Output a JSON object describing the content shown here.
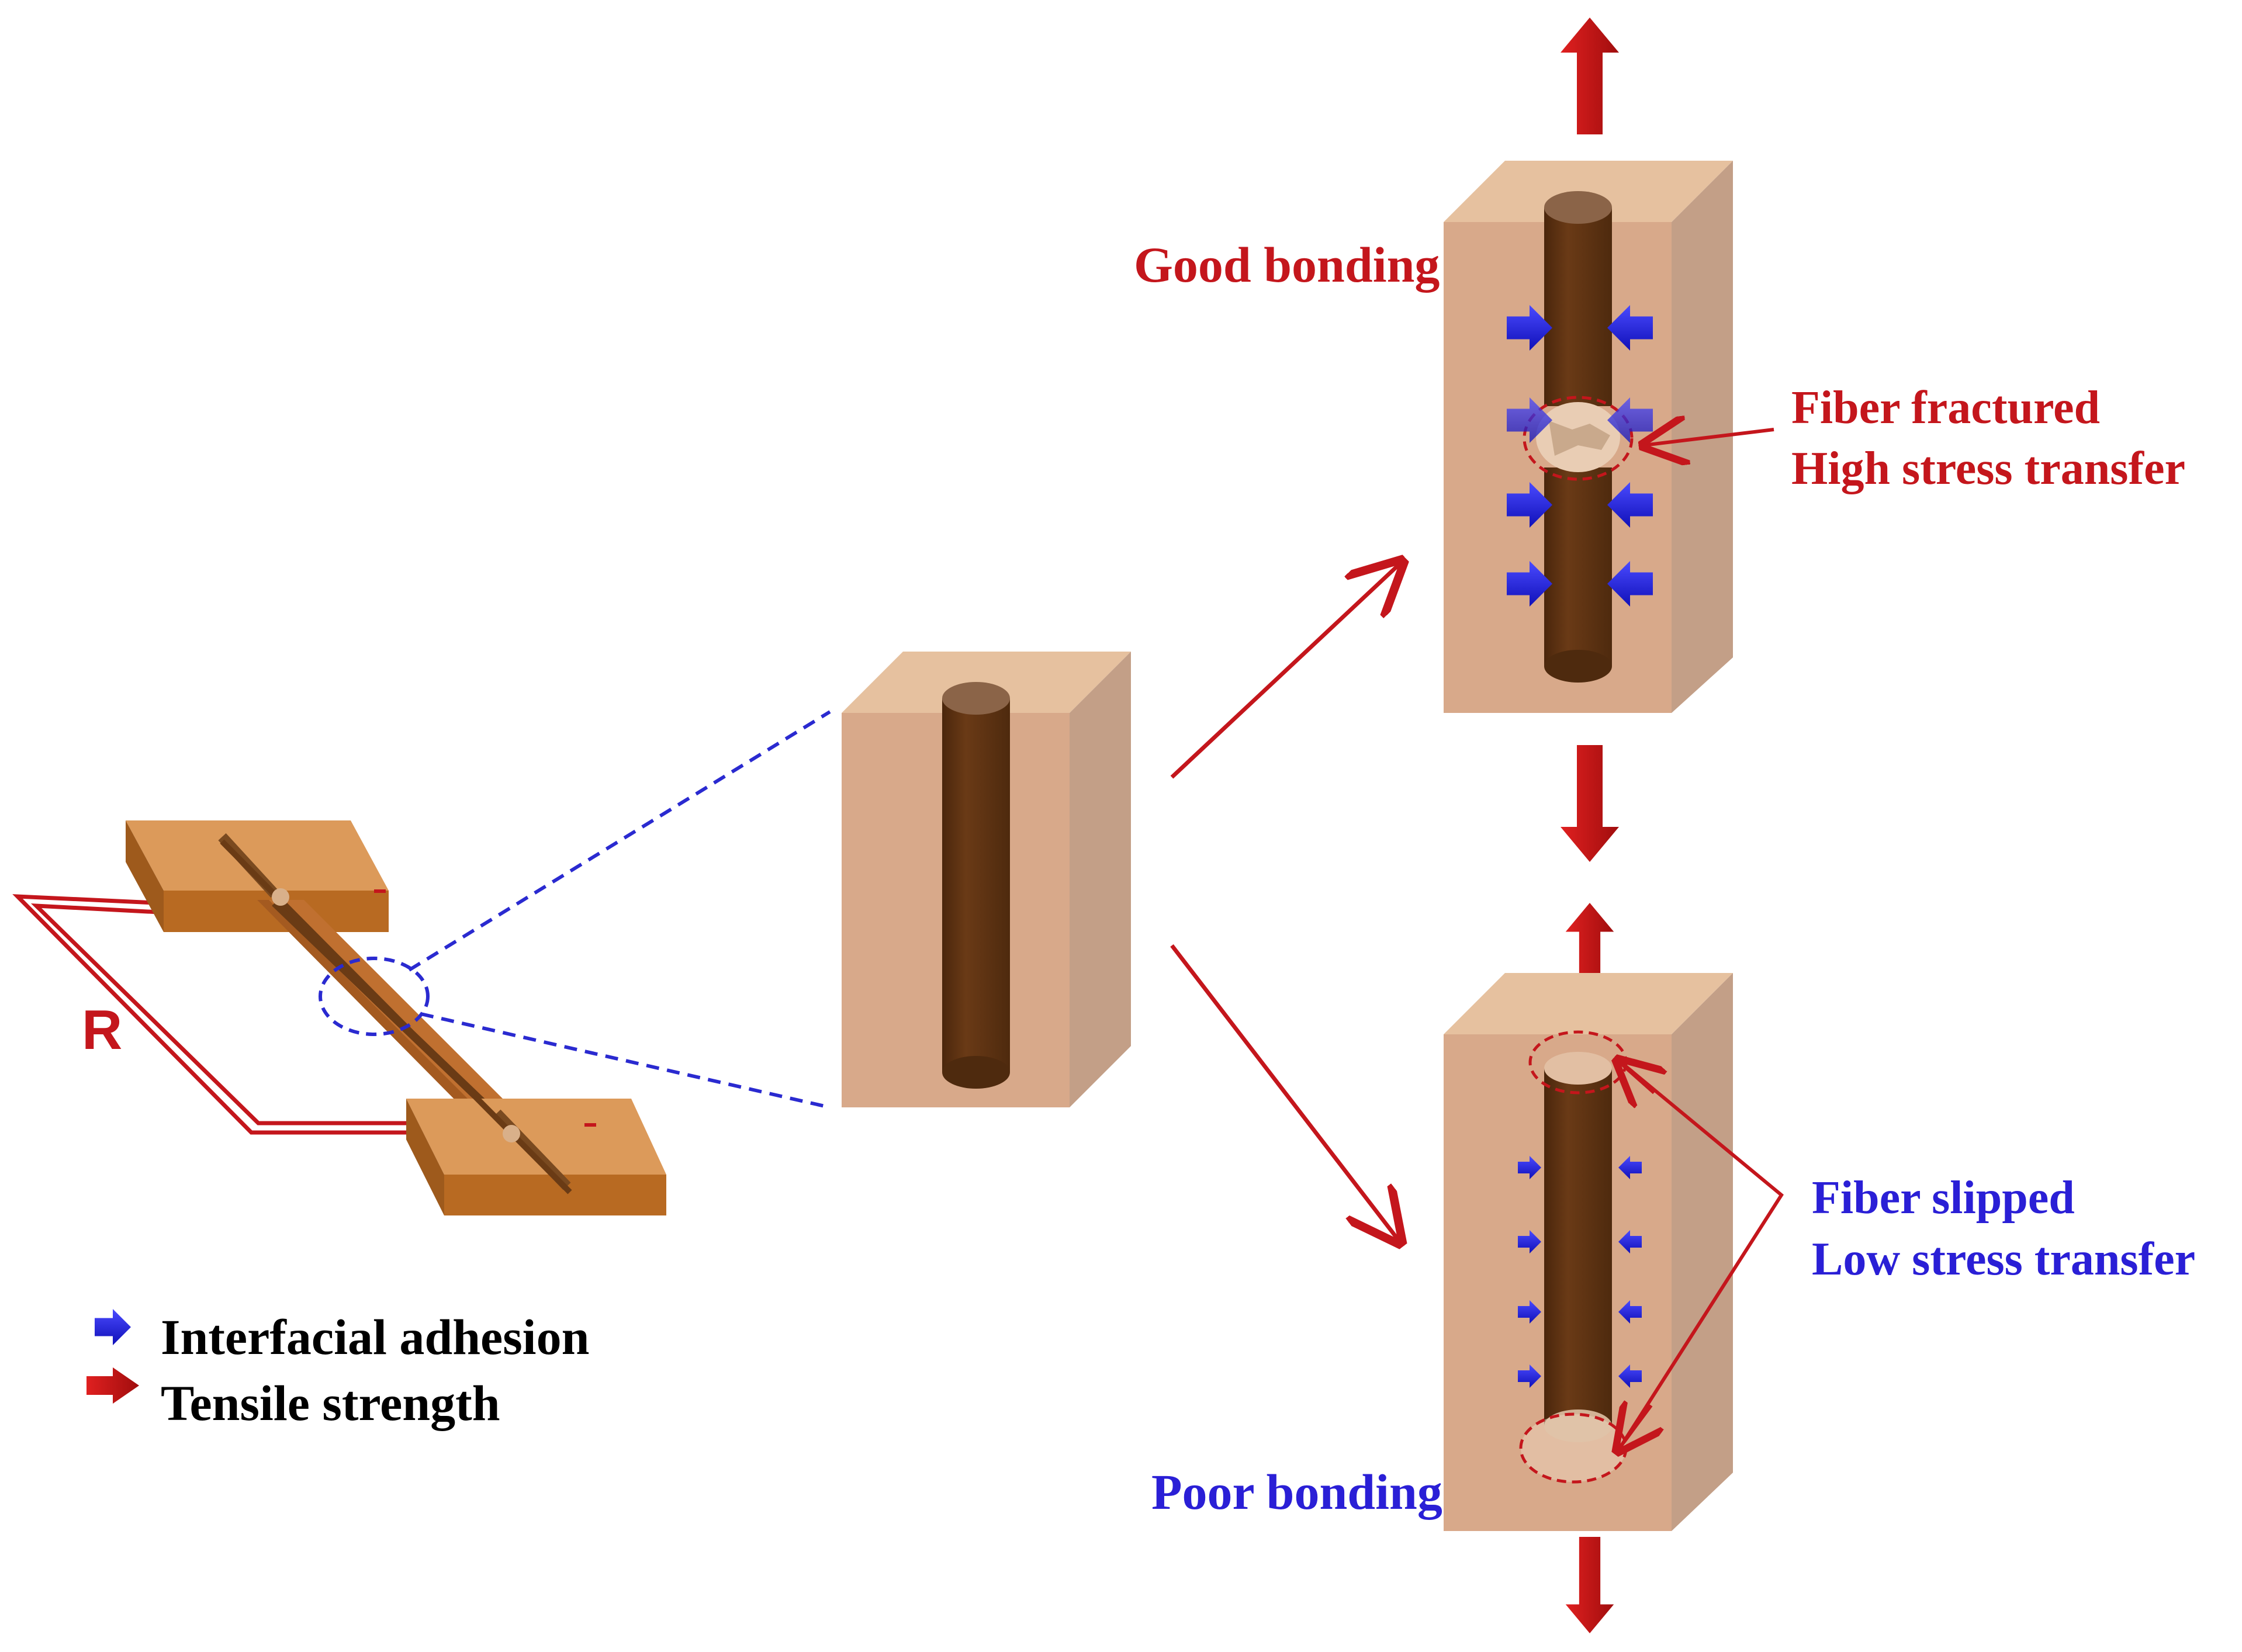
{
  "labels": {
    "good_bonding": "Good bonding",
    "poor_bonding": "Poor bonding",
    "fiber_fractured": "Fiber fractured",
    "high_stress_transfer": "High stress transfer",
    "fiber_slipped": "Fiber slipped",
    "low_stress_transfer": "Low stress transfer",
    "resistance": "R"
  },
  "legend": {
    "items": [
      {
        "label": "Interfacial adhesion",
        "color": "#2a1fd6",
        "icon": "blue-arrow-icon"
      },
      {
        "label": "Tensile strength",
        "color": "#c4161c",
        "icon": "red-arrow-icon"
      }
    ]
  },
  "colors": {
    "matrix_front": "#d8a98a",
    "matrix_top": "#e6c19f",
    "matrix_side": "#c39f87",
    "fiber": "#5e3212",
    "fiber_top": "#8b6448",
    "specimen": "#c87b30",
    "annotation_red": "#c4161c",
    "adhesion_blue": "#2a1fd6",
    "dashed_blue": "#2a2ad0"
  }
}
